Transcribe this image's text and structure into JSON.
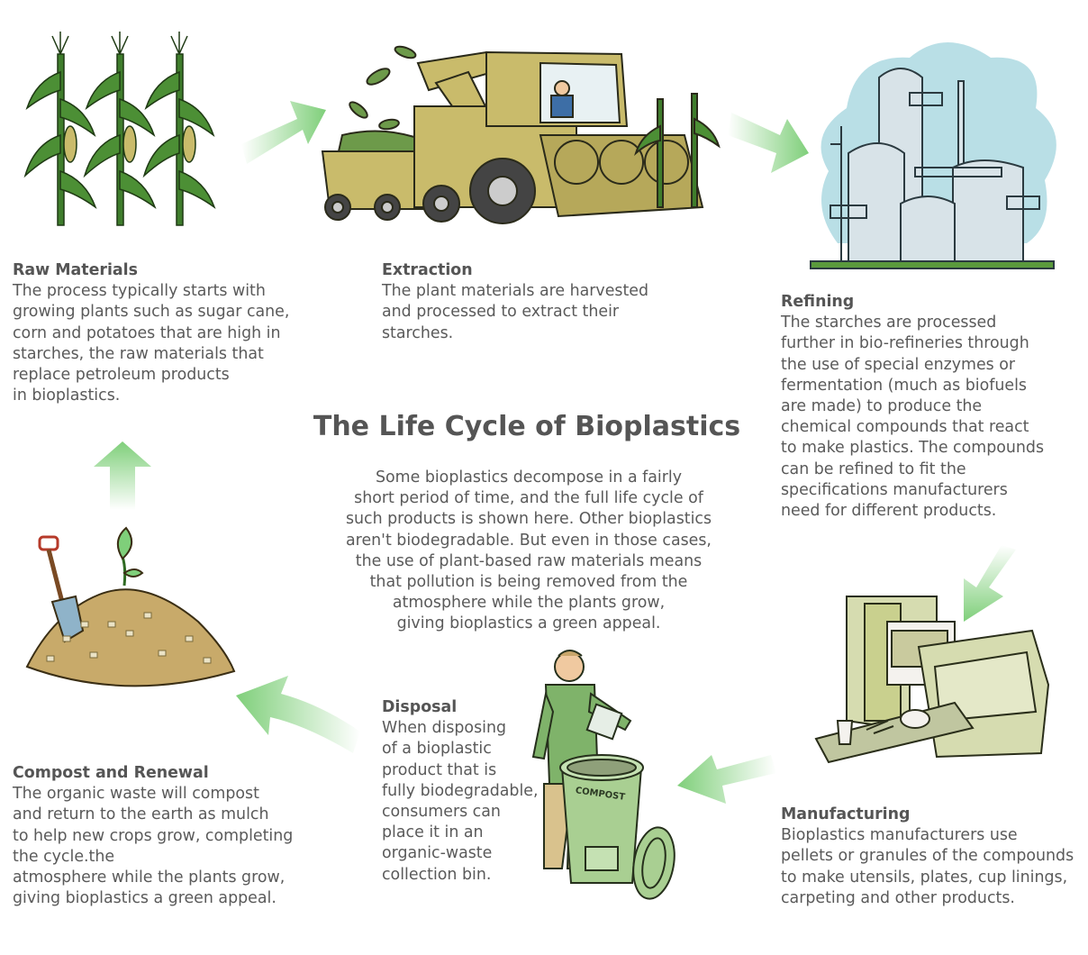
{
  "title": "The Life Cycle of Bioplastics",
  "intro": "Some bioplastics decompose in a fairly\nshort period of time, and the full life cycle of\nsuch products is shown here. Other bioplastics\naren't biodegradable. But even in those cases,\nthe use of plant-based raw materials means\nthat pollution is being removed from the\natmosphere while the plants grow,\ngiving bioplastics a green appeal.",
  "stages": {
    "raw_materials": {
      "heading": "Raw Materials",
      "body": "The process typically starts with\ngrowing plants such as sugar cane,\ncorn and potatoes that are high in\nstarches, the raw materials that\nreplace petroleum products\nin bioplastics."
    },
    "extraction": {
      "heading": "Extraction",
      "body": "The plant materials are harvested\nand processed to extract their\nstarches."
    },
    "refining": {
      "heading": "Refining",
      "body": "The starches are processed\nfurther in bio-refineries through\nthe use of special enzymes or\nfermentation (much as biofuels\nare made) to produce the\nchemical compounds that react\nto make plastics. The compounds\ncan be refined to fit the\nspecifications manufacturers\nneed for different products."
    },
    "manufacturing": {
      "heading": "Manufacturing",
      "body": "Bioplastics manufacturers use\npellets or granules of the compounds\nto make utensils, plates, cup linings,\ncarpeting and other products."
    },
    "disposal": {
      "heading": "Disposal",
      "body": "When disposing\nof a bioplastic\nproduct that is\nfully biodegradable,\nconsumers can\nplace it in an\norganic-waste\ncollection bin."
    },
    "compost": {
      "heading": "Compost and Renewal",
      "body": "The organic waste will compost\nand return to the earth as mulch\nto help new crops grow, completing\nthe cycle.the\natmosphere while the plants grow,\ngiving bioplastics a green appeal."
    }
  },
  "bin_label": "COMPOST",
  "icons": [
    "corn-plants-icon",
    "harvester-icon",
    "refinery-icon",
    "factory-conveyor-icon",
    "compost-bin-icon",
    "compost-pile-icon",
    "arrow-icon"
  ],
  "colors": {
    "arrow": "#7fcf7a",
    "text": "#555555",
    "plant_green": "#3f7d2c",
    "machine": "#c9bb6b",
    "tank": "#d8e3e8",
    "steam": "#b9dfe6",
    "compost": "#c8aa6a",
    "bin": "#a9cf92"
  }
}
